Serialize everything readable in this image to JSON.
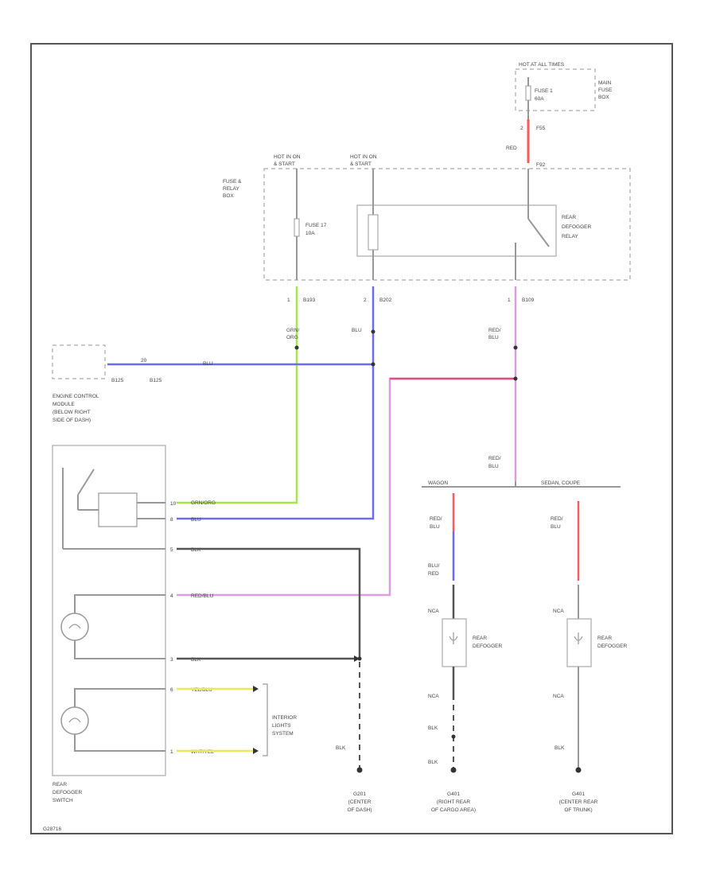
{
  "figure_id": "G28716",
  "colors": {
    "red": "#ff5a5a",
    "blue": "#6a6aff",
    "green": "#a6e64a",
    "violet": "#d9a0e0",
    "gray": "#999999",
    "dark": "#555555"
  },
  "hot_at_all_times": {
    "label": "HOT AT ALL TIMES",
    "fuse": "FUSE 1",
    "rating": "60A",
    "box": [
      "MAIN",
      "FUSE",
      "BOX"
    ]
  },
  "relay_box": {
    "label": [
      "FUSE &",
      "RELAY",
      "BOX"
    ],
    "hot1": [
      "HOT IN ON",
      "& START"
    ],
    "hot2": [
      "HOT IN ON",
      "& START"
    ],
    "fuse": "FUSE 17",
    "rating": "10A",
    "relay": [
      "REAR",
      "DEFOGGER",
      "RELAY"
    ]
  },
  "connectors": {
    "top_pin": "2",
    "top_code1": "F55",
    "top_code2": "F92",
    "b1_pin": "1",
    "b1_code": "B193",
    "b2_pin": "2",
    "b2_code": "B202",
    "b3_pin": "1",
    "b3_code": "B109",
    "e1": "B125",
    "e2": "B125",
    "e_pin": "20"
  },
  "wires": {
    "red": "RED",
    "grn_org": [
      "GRN/",
      "ORG"
    ],
    "blu": "BLU",
    "red_blu": [
      "RED/",
      "BLU"
    ],
    "blk": "BLK",
    "sw_grn": "GRN/ORG",
    "sw_blu": "BLU",
    "sw_blk1": "BLK",
    "sw_redblu": "RED/BLU",
    "sw_blk2": "BLK",
    "sw_yel": "YEL/BLU",
    "sw_wht": "WHT/YEL",
    "redblu2": [
      "RED/",
      "BLU"
    ],
    "wagon": "WAGON",
    "sedan": "SEDAN, COUPE",
    "w_redblu": [
      "RED/",
      "BLU"
    ],
    "w_blured": [
      "BLU/",
      "RED"
    ],
    "s_redblu": [
      "RED/",
      "BLU"
    ],
    "nca1": "NCA",
    "nca2": "NCA",
    "nca3": "NCA",
    "nca4": "NCA",
    "blk_a": "BLK",
    "blk_b": "BLK",
    "blk_c": "BLK",
    "blk_d": "BLK"
  },
  "engine_module": [
    "ENGINE CONTROL",
    "MODULE",
    "(BELOW RIGHT",
    "SIDE OF DASH)"
  ],
  "rear_switch": {
    "label": [
      "REAR",
      "DEFOGGER",
      "SWITCH"
    ],
    "pins": [
      "10",
      "8",
      "5",
      "4",
      "3",
      "6",
      "1"
    ]
  },
  "interior": [
    "INTERIOR",
    "LIGHTS",
    "SYSTEM"
  ],
  "defogger": [
    "REAR",
    "DEFOGGER"
  ],
  "grounds": {
    "g1": [
      "G201",
      "(CENTER",
      "OF DASH)"
    ],
    "g2": [
      "G401",
      "(RIGHT REAR",
      "OF CARGO AREA)"
    ],
    "g3": [
      "G401",
      "(CENTER REAR",
      "OF TRUNK)"
    ]
  }
}
